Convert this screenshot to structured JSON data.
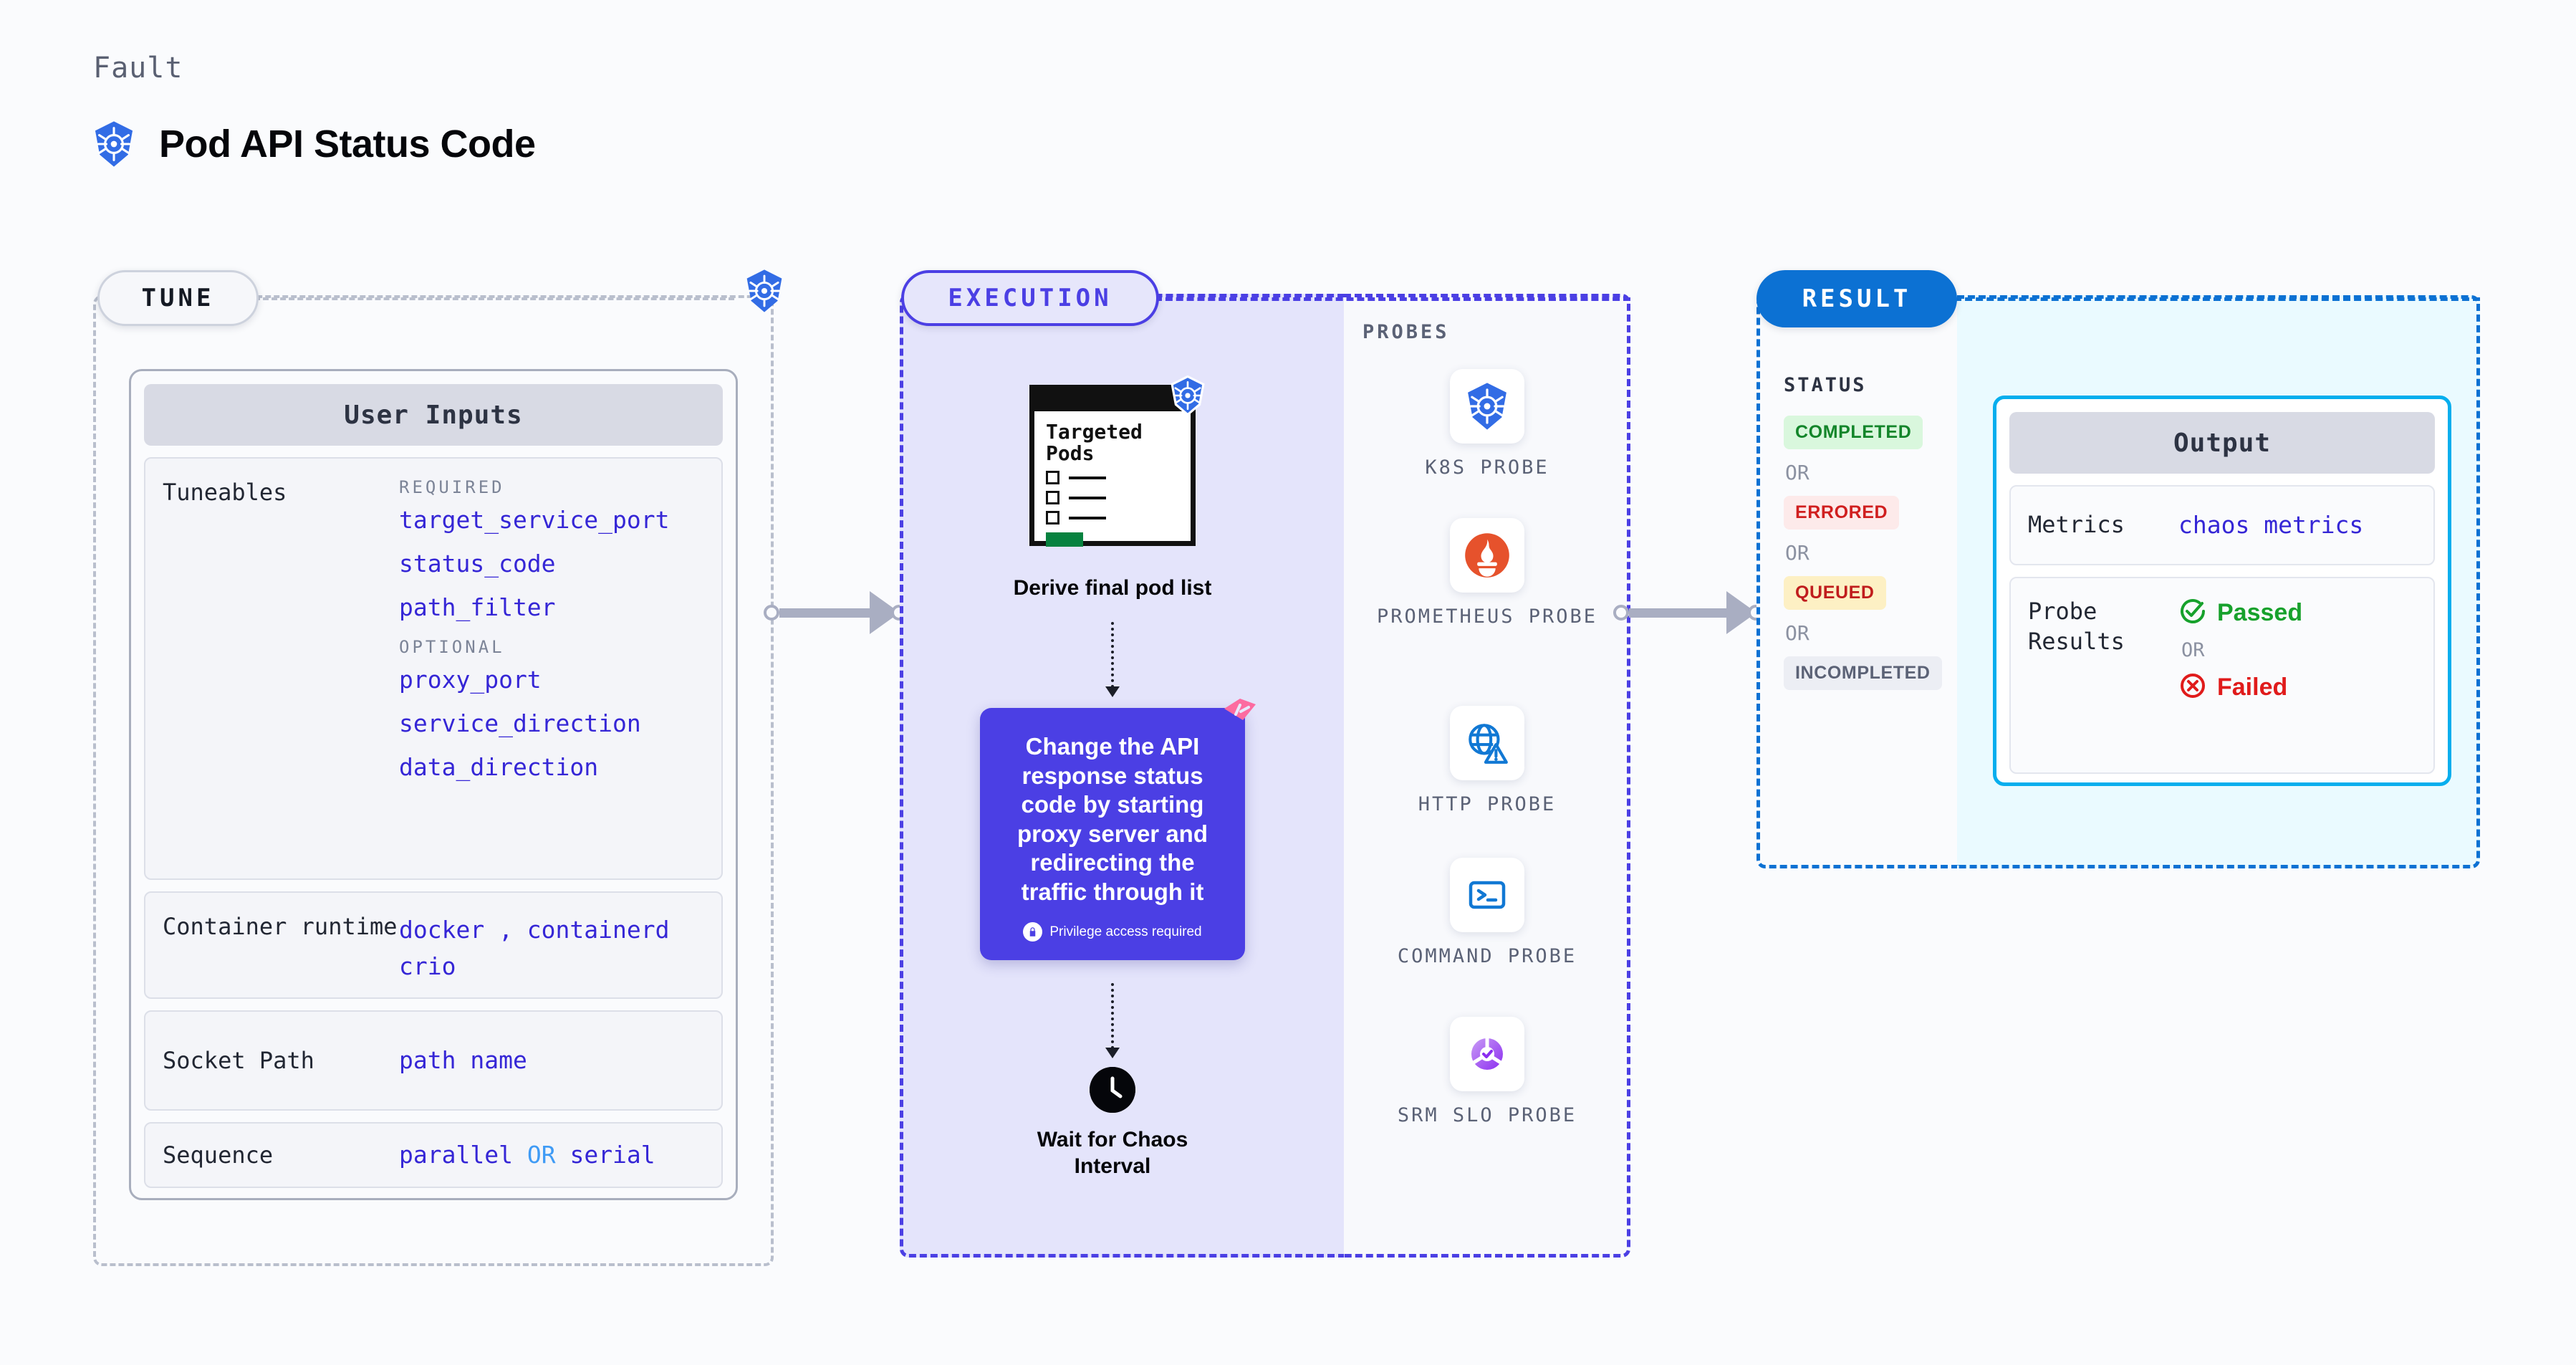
{
  "header": {
    "eyebrow": "Fault",
    "title": "Pod API Status Code",
    "icon": "kubernetes-icon"
  },
  "tune": {
    "badge": "TUNE",
    "card_title": "User Inputs",
    "sections": [
      {
        "label": "Tuneables",
        "groups": [
          {
            "heading": "REQUIRED",
            "items": [
              "target_service_port",
              "status_code",
              "path_filter"
            ]
          },
          {
            "heading": "OPTIONAL",
            "items": [
              "proxy_port",
              "service_direction",
              "data_direction"
            ]
          }
        ]
      }
    ],
    "rows": [
      {
        "label": "Container runtime",
        "value_line1": "docker , containerd",
        "value_line2": "crio"
      },
      {
        "label": "Socket Path",
        "value_line1": "path name"
      },
      {
        "label": "Sequence",
        "value_parts": [
          "parallel",
          "OR",
          "serial"
        ]
      }
    ]
  },
  "execution": {
    "badge": "EXECUTION",
    "pods_card": {
      "title_line1": "Targeted",
      "title_line2": "Pods",
      "checkbox_count": 3
    },
    "pods_caption": "Derive final pod list",
    "action_card": {
      "text": "Change the API response status code by starting proxy server and redirecting the traffic through it",
      "privilege_note": "Privilege access required",
      "lock_icon": "lock-icon"
    },
    "wait_caption_line1": "Wait for Chaos",
    "wait_caption_line2": "Interval",
    "clock_icon": "clock-icon"
  },
  "probes": {
    "label": "PROBES",
    "items": [
      {
        "name": "K8S PROBE",
        "icon": "kubernetes-icon"
      },
      {
        "name": "PROMETHEUS PROBE",
        "icon": "prometheus-icon"
      },
      {
        "name": "HTTP PROBE",
        "icon": "http-globe-icon"
      },
      {
        "name": "COMMAND PROBE",
        "icon": "terminal-icon"
      },
      {
        "name": "SRM SLO PROBE",
        "icon": "srm-slo-icon"
      }
    ]
  },
  "result": {
    "badge": "RESULT",
    "status_label": "STATUS",
    "or_text": "OR",
    "statuses": [
      {
        "label": "COMPLETED",
        "bg": "#d9f7dd",
        "fg": "#13852a"
      },
      {
        "label": "ERRORED",
        "bg": "#fdeaea",
        "fg": "#d01f1f"
      },
      {
        "label": "QUEUED",
        "bg": "#fdf0c4",
        "fg": "#c01d1d"
      },
      {
        "label": "INCOMPLETED",
        "bg": "#eceef4",
        "fg": "#5b6276"
      }
    ]
  },
  "output": {
    "card_title": "Output",
    "metrics_label": "Metrics",
    "metrics_value": "chaos metrics",
    "probe_results_label": "Probe Results",
    "passed": "Passed",
    "failed": "Failed",
    "or_text": "OR",
    "passed_icon": "check-circle-icon",
    "failed_icon": "x-circle-icon"
  },
  "colors": {
    "accent_purple": "#4b3fe4",
    "accent_blue": "#0c71d3",
    "k8s_blue": "#326ce5",
    "cyan": "#06aeee",
    "green": "#13852a",
    "red": "#d01f1f"
  }
}
